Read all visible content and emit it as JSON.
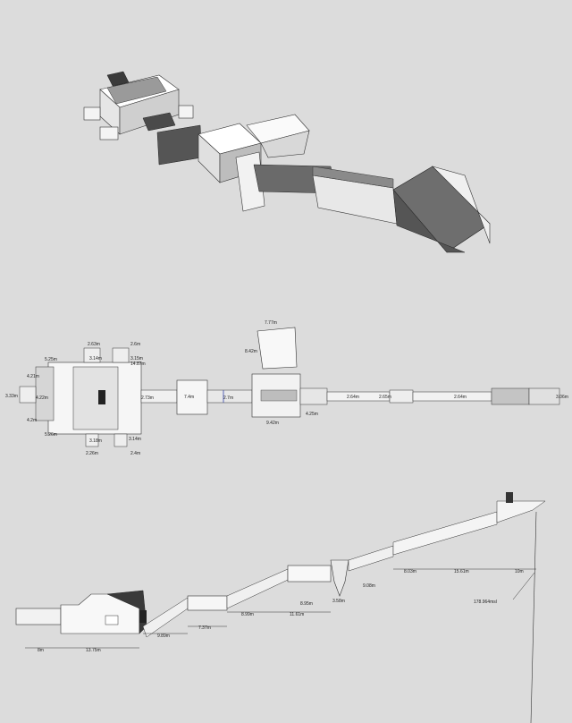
{
  "plan_labels": {
    "top_width": "7.77m",
    "top_height": "8.42m",
    "tl1": "2.63m",
    "tl2": "2.6m",
    "tl3": "3.14m",
    "tl4": "3.15m",
    "tl5": "14.87m",
    "l1": "5.25m",
    "l2": "4.21m",
    "l3": "3.33m",
    "l4": "4.22m",
    "l5": "4.2m",
    "l6": "5.26m",
    "c1": "2.73m",
    "c2": "7.4m",
    "c3": "2.7m",
    "c4": "9.42m",
    "c5": "4.25m",
    "c6": "2.64m",
    "c7": "2.65m",
    "c8": "2.64m",
    "c9": "3.06m",
    "b1": "3.18m",
    "b2": "3.14m",
    "b3": "2.26m",
    "b4": "2.4m"
  },
  "section_labels": {
    "s1": "8m",
    "s2": "13.75m",
    "s3": "9.89m",
    "s4": "7.37m",
    "s5": "8.99m",
    "s6": "11.61m",
    "s7": "8.95m",
    "s8": "3.58m",
    "s9": "9.08m",
    "s10": "8.03m",
    "s11": "15.61m",
    "s12": "10m",
    "elevation": "178.964msl"
  }
}
